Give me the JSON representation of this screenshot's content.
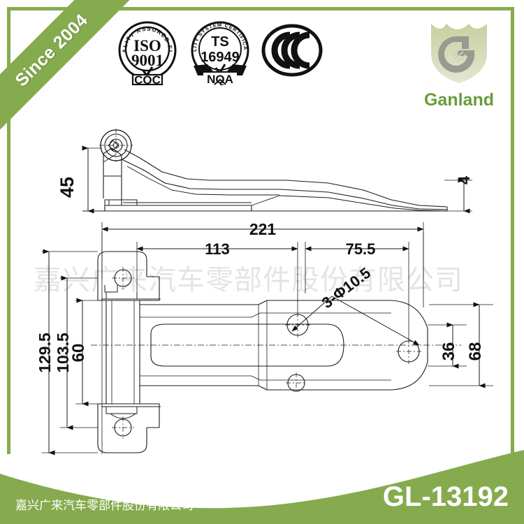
{
  "meta": {
    "product_code": "GL-13192",
    "company_cn": "嘉兴广来汽车零部件股份有限公司",
    "watermark_cn": "嘉兴广来汽车零部件股份有限公司"
  },
  "brand": {
    "name": "Ganland",
    "logo_monogram": "GL",
    "accent_green": "#85ab4e",
    "name_green": "#6a9b3c",
    "shield_fill": "#cfd2a8"
  },
  "ribbon": {
    "label": "Since 2004"
  },
  "certifications": [
    {
      "id": "iso9001",
      "top_arc": "QUALITY ASSURED FIRM",
      "line1": "ISO",
      "line2": "9001",
      "body": "CQC"
    },
    {
      "id": "ts16949",
      "top_arc": "QUALITY SYSTEM CERTIFICATION",
      "line1": "TS",
      "line2": "16949",
      "body": "NQA"
    },
    {
      "id": "ccc",
      "label": "CCC"
    }
  ],
  "drawing": {
    "title": "Side elevation and plan view of truck door hinge",
    "side_view": {
      "height_label": "45",
      "thickness_label": "4"
    },
    "plan_view": {
      "overall_length": "221",
      "segment_a": "113",
      "segment_b": "75.5",
      "hole_callout": "3-Φ10.5",
      "left_dim_outer": "129.5",
      "left_dim_mid": "103.5",
      "left_dim_inner": "60",
      "right_dim_inner": "36",
      "right_dim_outer": "68"
    }
  }
}
